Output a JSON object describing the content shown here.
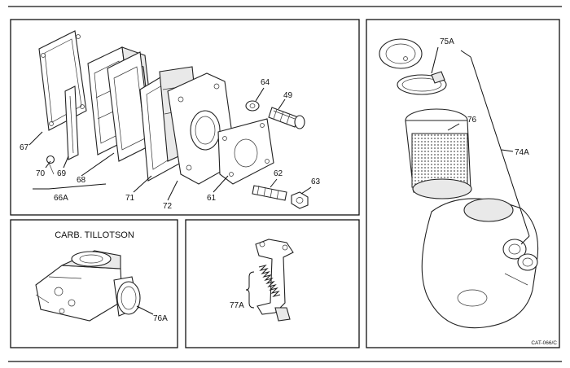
{
  "labels": {
    "p67": "67",
    "p70": "70",
    "p69": "69",
    "p68": "68",
    "p66A": "66A",
    "p71": "71",
    "p72": "72",
    "p61": "61",
    "p62": "62",
    "p63": "63",
    "p64": "64",
    "p49": "49",
    "p75A": "75A",
    "p76": "76",
    "p74A": "74A",
    "p76A": "76A",
    "p77A": "77A"
  },
  "carb_title": "CARB. TILLOTSON",
  "catalog_code": "CAT-066/C"
}
